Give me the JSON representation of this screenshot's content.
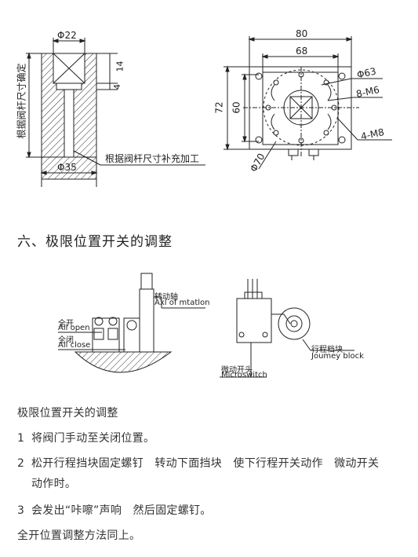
{
  "figure1": {
    "dia_top": "Φ22",
    "dim_14": "14",
    "dim_4": "4",
    "side_label": "根据阀杆尺寸确定",
    "dia_bottom": "Φ35",
    "note": "根据阀杆尺寸补充加工"
  },
  "figure2": {
    "dim_80": "80",
    "dim_68": "68",
    "dim_72": "72",
    "dim_60": "60",
    "dia_63": "Φ63",
    "holes_m6": "8-M6",
    "holes_m8": "4-M8",
    "dia_70": "Φ70"
  },
  "section_title": "六、极限位置开关的调整",
  "figure3": {
    "axis_cn": "转动轴",
    "axis_en": "Axl of mtatlon",
    "open_cn": "全开",
    "open_en": "All open",
    "close_cn": "全闭",
    "close_en": "All close"
  },
  "figure4": {
    "block_cn": "行程档块",
    "block_en": "Joumey block",
    "switch_cn": "微动开头",
    "switch_en": "Microswitch"
  },
  "body": {
    "intro": "极限位置开关的调整",
    "steps": [
      {
        "num": "1",
        "text": "将阀门手动至关闭位置。"
      },
      {
        "num": "2",
        "text": "松开行程挡块固定螺钉　转动下面挡块　使下行程开关动作　微动开关",
        "cont": "动作时。"
      },
      {
        "num": "3",
        "text": "会发出“咔嚓”声响　然后固定螺钉。"
      }
    ],
    "outro": "全开位置调整方法同上。"
  }
}
